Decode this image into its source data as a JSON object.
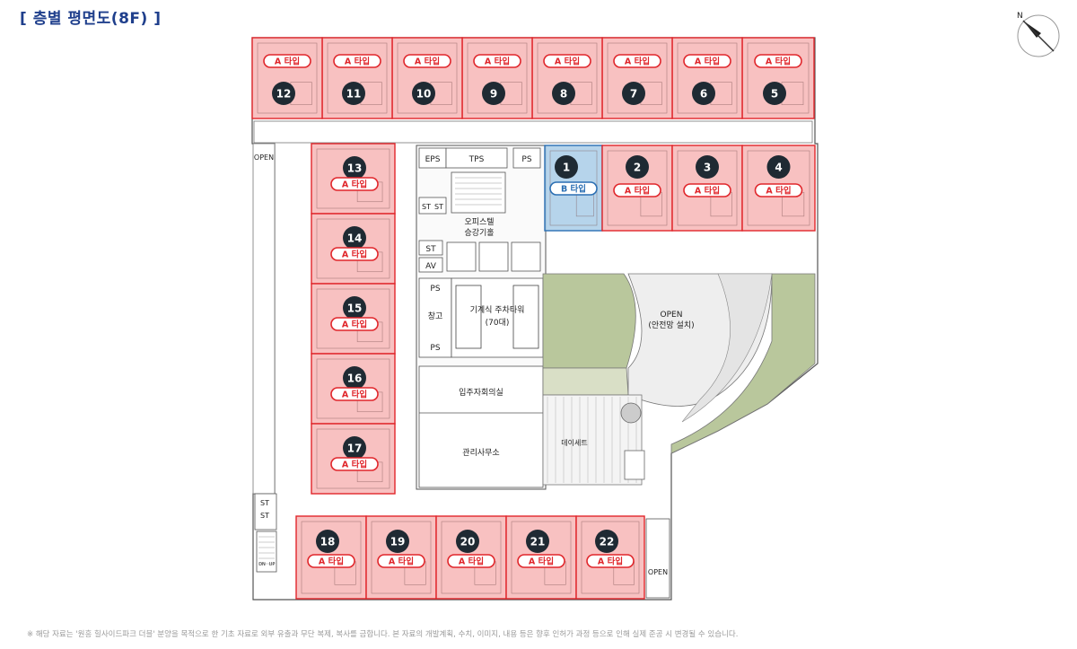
{
  "title": "[ 층별 평면도(8F) ]",
  "compass_label": "N",
  "footnote": "※ 해당 자료는 '원흥 힐사이드파크 더블' 분양을 목적으로 한 기초 자료로 외부 유출과 무단 복제, 복사를 금합니다. 본 자료의 개발계획, 수치, 이미지, 내용 등은 향후 인허가 과정 등으로 인해 실제 준공 시 변경될 수 있습니다.",
  "type_a_label": "A 타입",
  "type_b_label": "B 타입",
  "colors": {
    "type_a_fill": "#f7b6b6",
    "type_a_stroke": "#e0262b",
    "type_b_fill": "#a9cce8",
    "type_b_stroke": "#2b6fb3",
    "number_fill": "#1f2a33",
    "garden": "#b9c79c",
    "title": "#1f3f8c"
  },
  "units": [
    {
      "num": "1",
      "type": "B"
    },
    {
      "num": "2",
      "type": "A"
    },
    {
      "num": "3",
      "type": "A"
    },
    {
      "num": "4",
      "type": "A"
    },
    {
      "num": "5",
      "type": "A"
    },
    {
      "num": "6",
      "type": "A"
    },
    {
      "num": "7",
      "type": "A"
    },
    {
      "num": "8",
      "type": "A"
    },
    {
      "num": "9",
      "type": "A"
    },
    {
      "num": "10",
      "type": "A"
    },
    {
      "num": "11",
      "type": "A"
    },
    {
      "num": "12",
      "type": "A"
    },
    {
      "num": "13",
      "type": "A"
    },
    {
      "num": "14",
      "type": "A"
    },
    {
      "num": "15",
      "type": "A"
    },
    {
      "num": "16",
      "type": "A"
    },
    {
      "num": "17",
      "type": "A"
    },
    {
      "num": "18",
      "type": "A"
    },
    {
      "num": "19",
      "type": "A"
    },
    {
      "num": "20",
      "type": "A"
    },
    {
      "num": "21",
      "type": "A"
    },
    {
      "num": "22",
      "type": "A"
    }
  ],
  "rooms": {
    "eps": "EPS",
    "tps": "TPS",
    "ps_top": "PS",
    "st1": "ST",
    "st2": "ST",
    "elevator_hall_l1": "오피스텔",
    "elevator_hall_l2": "승강기홀",
    "st3": "ST",
    "av": "AV",
    "ps_mid": "PS",
    "storage": "창고",
    "ps_low": "PS",
    "parking_l1": "기계식 주차타워",
    "parking_l2": "(70대)",
    "residents_room": "입주자회의실",
    "management_office": "관리사무소",
    "open_left": "OPEN",
    "open_center_l1": "OPEN",
    "open_center_l2": "(안전망 설치)",
    "open_bottom": "OPEN",
    "deck": "데이세트",
    "st4": "ST",
    "st5": "ST",
    "dn": "DN",
    "up": "UP"
  }
}
